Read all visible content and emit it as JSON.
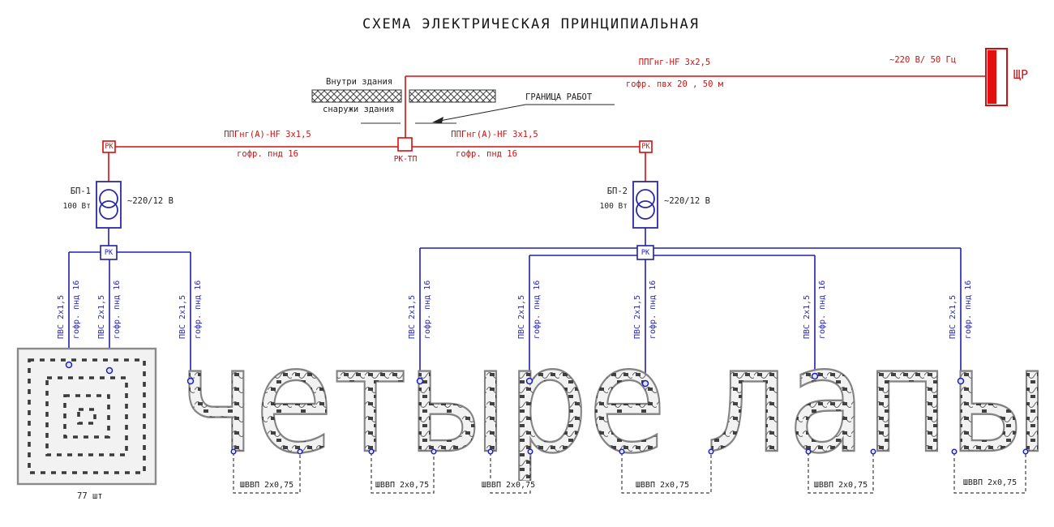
{
  "title": "СХЕМА ЭЛЕКТРИЧЕСКАЯ ПРИНЦИПИАЛЬНАЯ",
  "supply": {
    "voltage": "~220 В/ 50 Гц",
    "panel_label": "ЩР",
    "cable": "ППГнг-HF 3х2,5",
    "conduit": "гофр. пвх 20 , 50 м"
  },
  "building": {
    "inside": "Внутри здания",
    "outside": "снаружи здания",
    "work_boundary": "ГРАНИЦА РАБОТ"
  },
  "junction_box": {
    "label": "РК-ТП"
  },
  "rk_box_label": "РК",
  "feeder_left": {
    "cable": "ППГнг(А)-HF 3х1,5",
    "conduit": "гофр. пнд 16"
  },
  "feeder_right": {
    "cable": "ППГнг(А)-HF 3х1,5",
    "conduit": "гофр. пнд 16"
  },
  "psu": [
    {
      "name": "БП-1",
      "power": "100 Вт",
      "ratio": "~220/12 В"
    },
    {
      "name": "БП-2",
      "power": "100 Вт",
      "ratio": "~220/12 В"
    }
  ],
  "secondary_drop": {
    "cable": "ПВС 2х1,5",
    "conduit": "гофр. пнд 16"
  },
  "sign": {
    "text": "четыре лапы",
    "logo_modules_count": "77 шт"
  },
  "jumpers": [
    "ШВВП 2х0,75",
    "ШВВП 2х0,75",
    "ШВВП 2х0,75",
    "ШВВП 2х0,75",
    "ШВВП 2х0,75",
    "ШВВП 2х0,75"
  ],
  "colors": {
    "line_red": "#d01010",
    "line_blue": "#2020b0",
    "letter_fill": "#f2f2f2",
    "letter_stroke": "#848484"
  }
}
